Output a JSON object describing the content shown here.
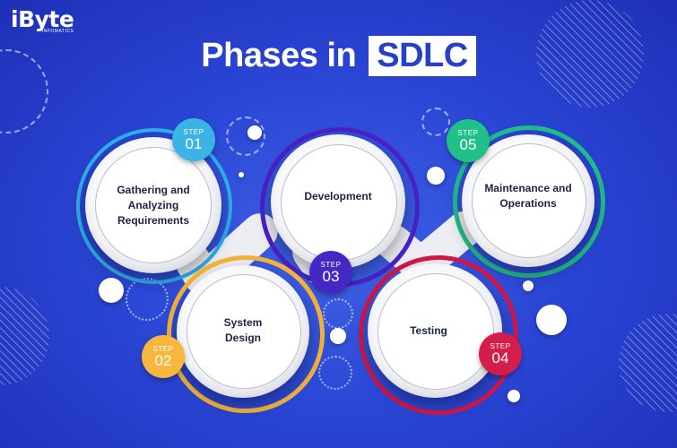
{
  "brand": {
    "name": "iByte",
    "tagline": "INFOMATICS"
  },
  "title": {
    "prefix": "Phases in",
    "highlight": "SDLC"
  },
  "steps": [
    {
      "step_label": "STEP",
      "number": "01",
      "lines": [
        "Gathering and",
        "Analyzing",
        "Requirements"
      ],
      "color": "#39b4e4"
    },
    {
      "step_label": "STEP",
      "number": "02",
      "lines": [
        "System",
        "Design"
      ],
      "color": "#f6b73c"
    },
    {
      "step_label": "STEP",
      "number": "03",
      "lines": [
        "Development"
      ],
      "color": "#4528c4"
    },
    {
      "step_label": "STEP",
      "number": "04",
      "lines": [
        "Testing"
      ],
      "color": "#d41d4b"
    },
    {
      "step_label": "STEP",
      "number": "05",
      "lines": [
        "Maintenance and",
        "Operations"
      ],
      "color": "#22c089"
    }
  ]
}
